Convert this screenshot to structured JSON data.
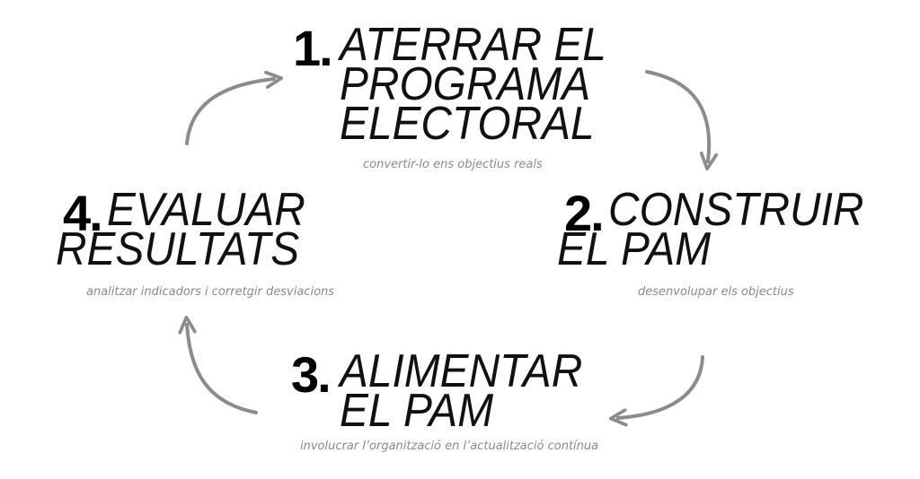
{
  "steps": [
    {
      "number": "1.",
      "title_lines": [
        "ATERRAR EL",
        "PROGRAMA",
        "ELECTORAL"
      ],
      "subtitle": "convertir-lo ens objectius reals"
    },
    {
      "number": "2.",
      "title_lines": [
        "CONSTRUIR",
        "EL PAM"
      ],
      "subtitle": "desenvolupar els objectius"
    },
    {
      "number": "3.",
      "title_lines": [
        "ALIMENTAR",
        "EL PAM"
      ],
      "subtitle": "involucrar l’organització en l’actualització contínua"
    },
    {
      "number": "4.",
      "title_lines": [
        "EVALUAR",
        "RESULTATS"
      ],
      "subtitle": "analitzar indicadors i corretgir desviacions"
    }
  ],
  "colors": {
    "arrow": "#8c8c8c",
    "text": "#111111",
    "number": "#000000",
    "subtitle": "#8a8a8a"
  }
}
